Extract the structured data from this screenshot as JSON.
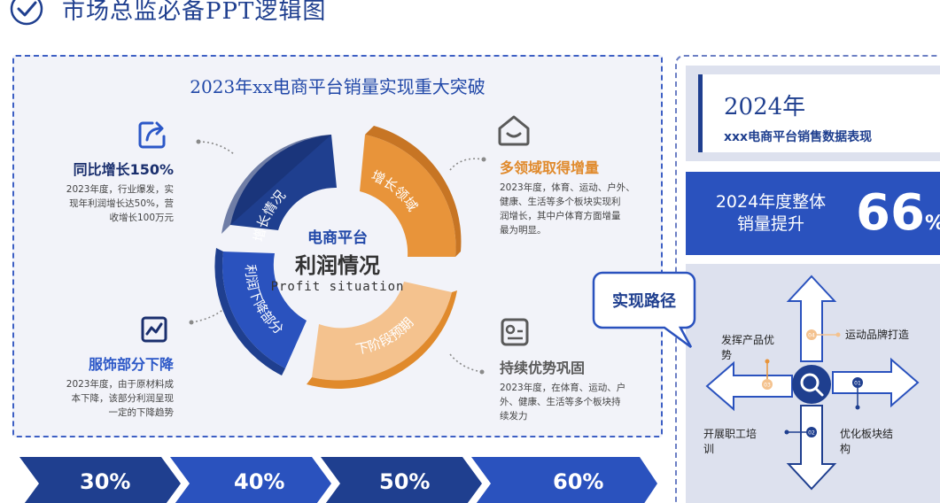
{
  "header": {
    "title": "市场总监必备PPT逻辑图",
    "icon": "check-circle-icon"
  },
  "main": {
    "heading": "2023年xx电商平台销量实现重大突破",
    "cycle": {
      "center_line1": "电商平台",
      "center_line2": "利润情况",
      "center_line3": "Profit situation",
      "segments": [
        "增长情况",
        "增长领域",
        "下阶段预期",
        "利润下降部分"
      ]
    },
    "items": [
      {
        "title": "同比增长150%",
        "desc": [
          "2023年度，行业爆发，实",
          "现年利润增长达50%，营",
          "收增长100万元"
        ],
        "icon": "share-arrow-icon"
      },
      {
        "title": "服饰部分下降",
        "desc": [
          "2023年度，由于原材料成",
          "本下降，该部分利润呈现",
          "一定的下降趋势"
        ],
        "icon": "line-chart-icon"
      },
      {
        "title": "多领域取得增量",
        "desc": [
          "2023年度，体育、运动、户外、",
          "健康、生活等多个板块实现利",
          "润增长，其中户体育方面增量",
          "最为明显。"
        ],
        "icon": "house-smile-icon"
      },
      {
        "title": "持续优势巩固",
        "desc": [
          "2023年度，在体育、运动、户",
          "外、健康、生活等多个板块持",
          "续发力"
        ],
        "icon": "id-card-icon"
      }
    ]
  },
  "chevrons": [
    "30%",
    "40%",
    "50%",
    "60%"
  ],
  "right": {
    "card1": {
      "year": "2024年",
      "subtitle": "xxx电商平台销售数据表现"
    },
    "card2": {
      "text_line1": "2024年度整体",
      "text_line2": "销量提升",
      "number": "66",
      "unit": "%"
    },
    "callout": "实现路径",
    "paths": {
      "top": "运动品牌打造",
      "left": "发挥产品优势",
      "right": "优化板块结构",
      "bottom": "开展职工培训",
      "nums": [
        "04",
        "03",
        "01",
        "02"
      ]
    }
  },
  "colors": {
    "navy": "#1f3f8f",
    "blue": "#2a52be",
    "orange": "#e8943a",
    "light_orange": "#f4c28e"
  }
}
